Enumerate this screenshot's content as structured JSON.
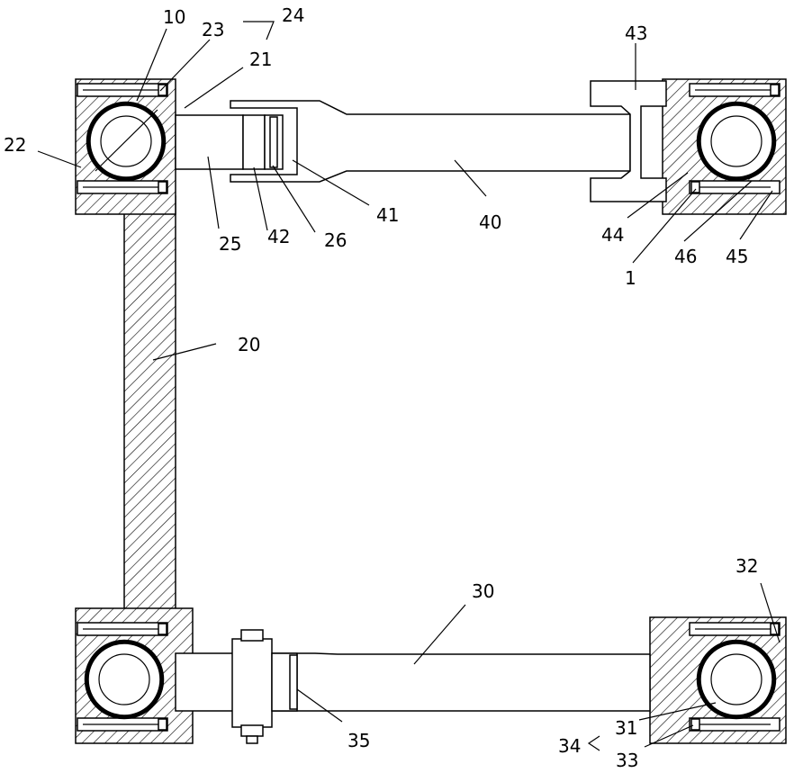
{
  "labels": {
    "l10": "10",
    "l23": "23",
    "l24": "24",
    "l21": "21",
    "l22": "22",
    "l25": "25",
    "l42": "42",
    "l26": "26",
    "l41": "41",
    "l40": "40",
    "l43": "43",
    "l44": "44",
    "l1": "1",
    "l46": "46",
    "l45": "45",
    "l20": "20",
    "l30": "30",
    "l32": "32",
    "l35": "35",
    "l31": "31",
    "l34": "34",
    "l33": "33"
  }
}
